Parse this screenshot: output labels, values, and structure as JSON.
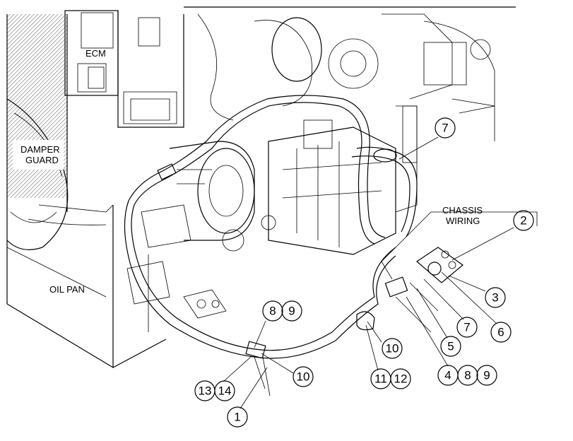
{
  "labels": {
    "ecm": "ECM",
    "damper_guard_1": "DAMPER",
    "damper_guard_2": "GUARD",
    "oil_pan": "OIL PAN",
    "chassis_wiring_1": "CHASSIS",
    "chassis_wiring_2": "WIRING"
  },
  "callouts": [
    {
      "id": "c7a",
      "text": "7"
    },
    {
      "id": "c2",
      "text": "2"
    },
    {
      "id": "c3",
      "text": "3"
    },
    {
      "id": "c6",
      "text": "6"
    },
    {
      "id": "c7b",
      "text": "7"
    },
    {
      "id": "c5",
      "text": "5"
    },
    {
      "id": "c4",
      "text": "4"
    },
    {
      "id": "c8b",
      "text": "8"
    },
    {
      "id": "c9b",
      "text": "9"
    },
    {
      "id": "c10a",
      "text": "10"
    },
    {
      "id": "c11",
      "text": "11"
    },
    {
      "id": "c12",
      "text": "12"
    },
    {
      "id": "c8a",
      "text": "8"
    },
    {
      "id": "c9a",
      "text": "9"
    },
    {
      "id": "c10b",
      "text": "10"
    },
    {
      "id": "c13",
      "text": "13"
    },
    {
      "id": "c14",
      "text": "14"
    },
    {
      "id": "c1",
      "text": "1"
    }
  ]
}
